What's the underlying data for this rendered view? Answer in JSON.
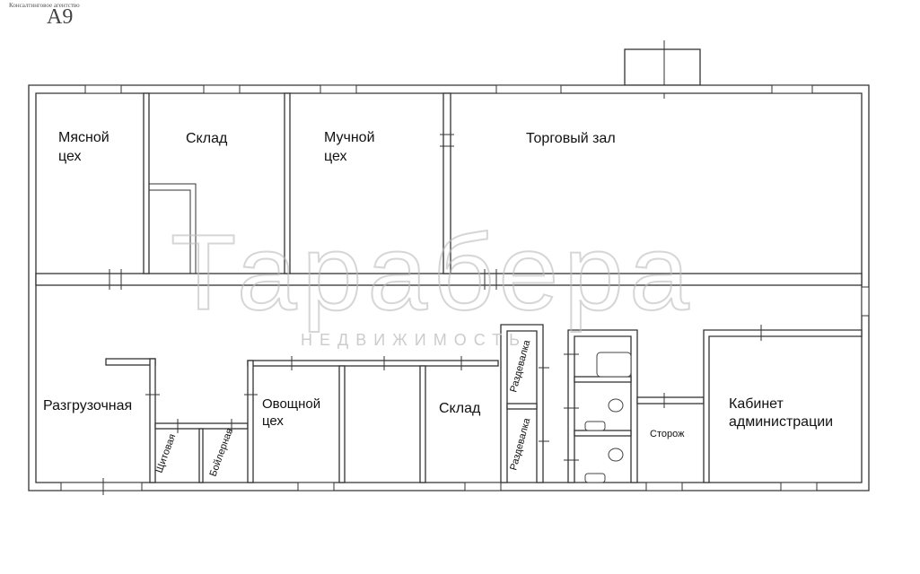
{
  "header": {
    "agency": "Консалтинговое агентство",
    "code": "А9"
  },
  "watermark": {
    "brand": "Тарабера",
    "sub": "НЕДВИЖИМОСТЬ"
  },
  "rooms": {
    "meat": [
      "Мясной",
      "цех"
    ],
    "storage1": "Склад",
    "flour": [
      "Мучной",
      "цех"
    ],
    "hall": "Торговый зал",
    "unloading": "Разгрузочная",
    "switchboard": "Щитовая",
    "boiler": "Бойлерная",
    "vegetable": [
      "Овощной",
      "цех"
    ],
    "storage2": "Склад",
    "locker1": "Раздевалка",
    "locker2": "Раздевалка",
    "guard": "Сторож",
    "office": [
      "Кабинет",
      "администрации"
    ]
  }
}
